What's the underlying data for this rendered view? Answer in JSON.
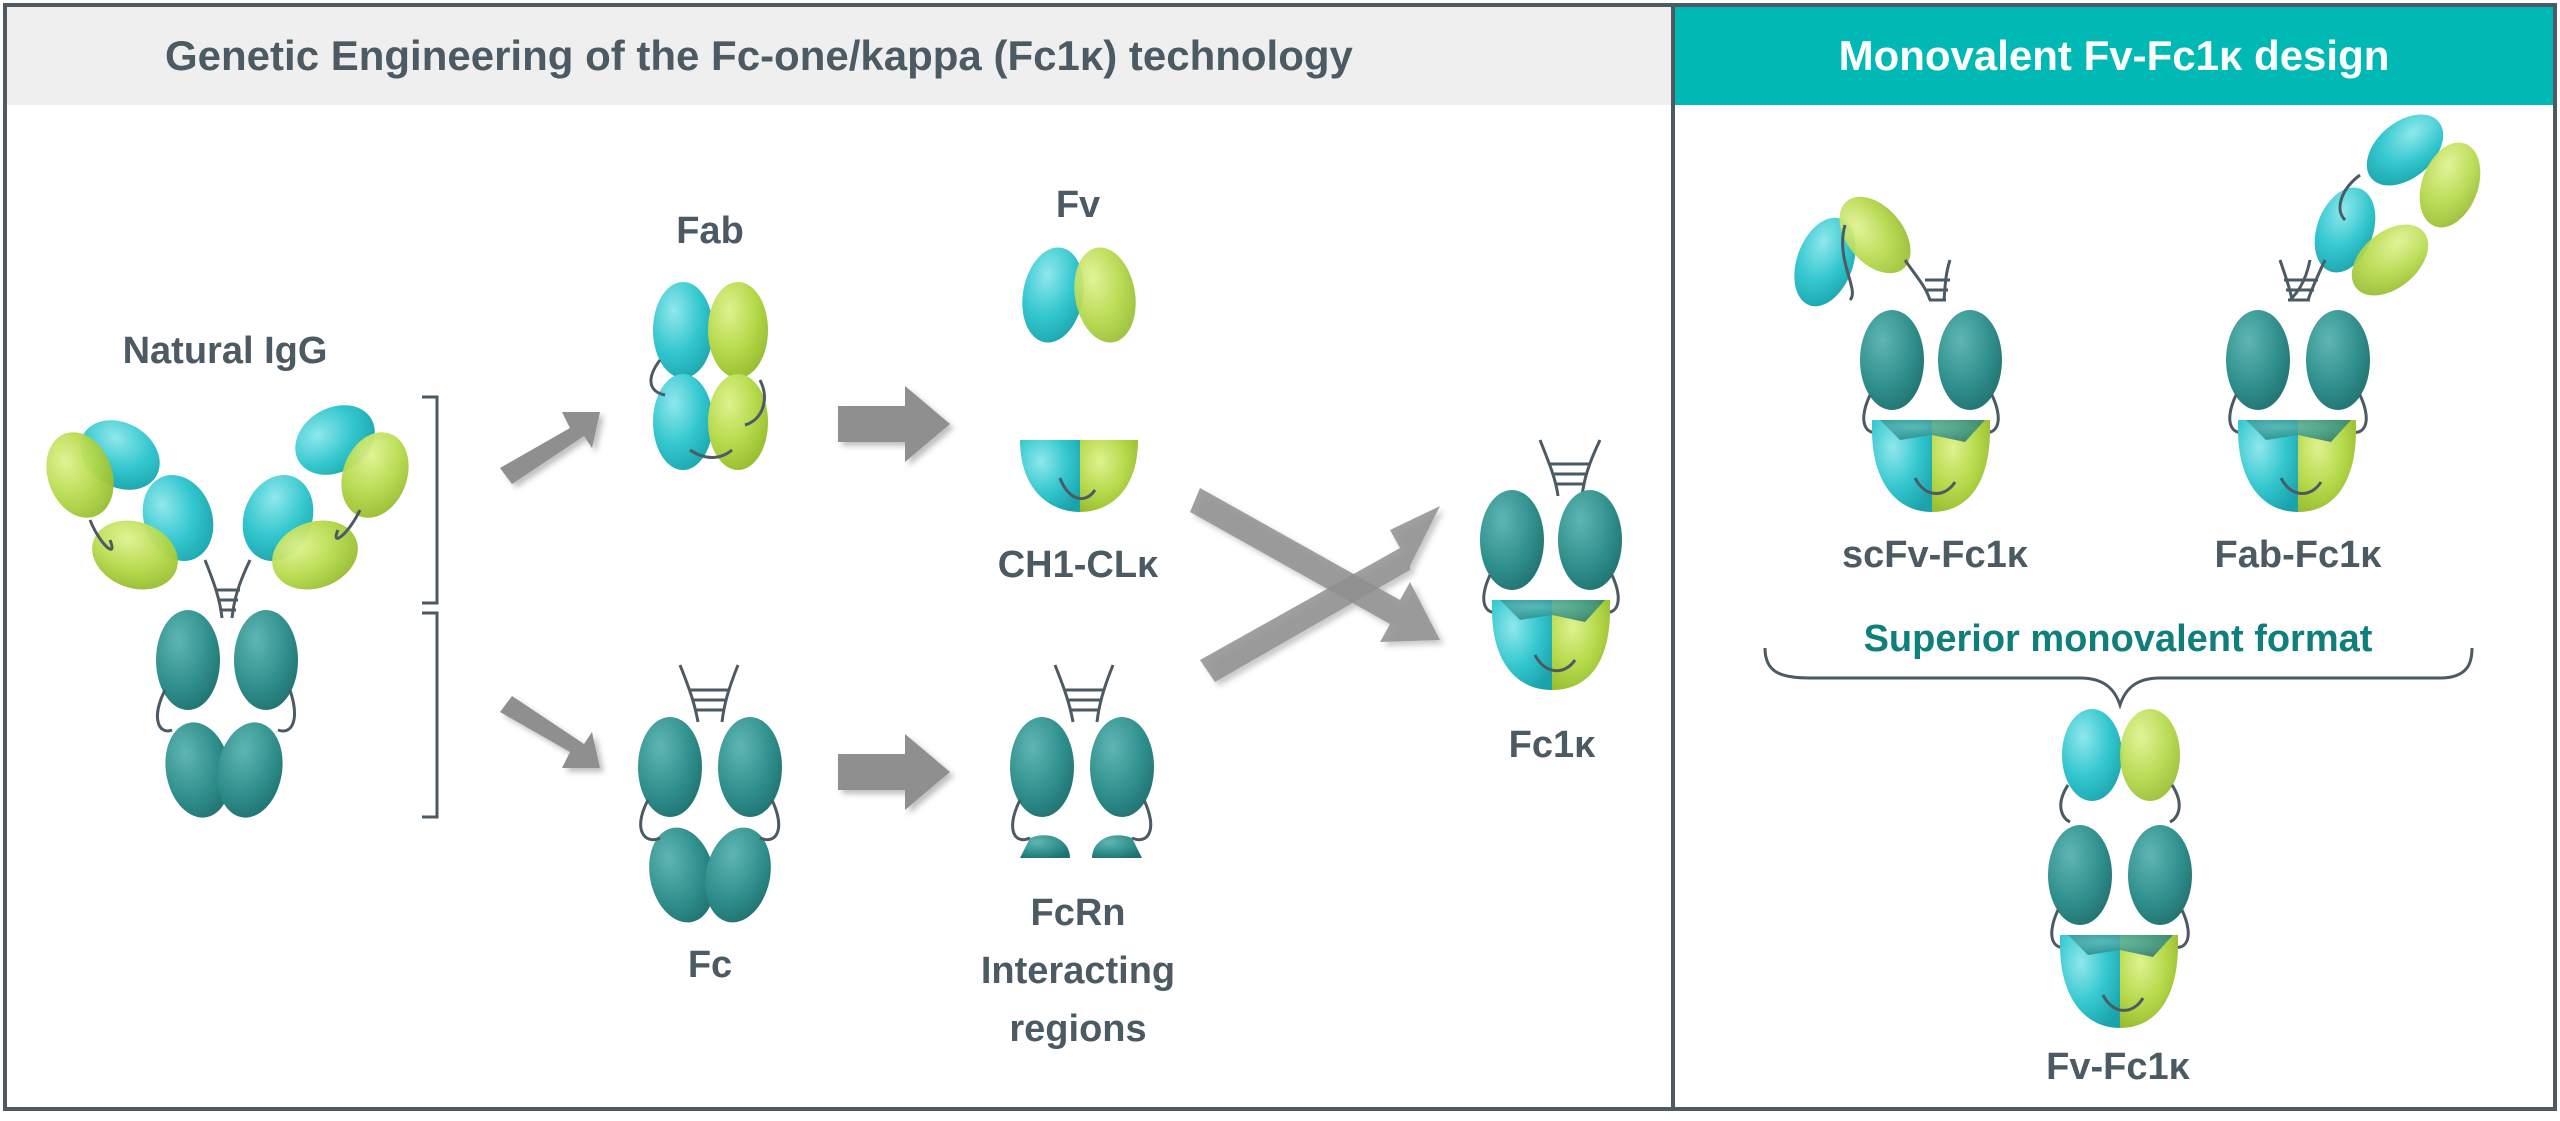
{
  "left_panel": {
    "title": "Genetic Engineering of the Fc-one/kappa (Fc1κ) technology",
    "labels": {
      "natural_igg": "Natural IgG",
      "fab": "Fab",
      "fv": "Fv",
      "ch1_cl": "CH1-CLκ",
      "fc": "Fc",
      "fcrn_line1": "FcRn",
      "fcrn_line2": "Interacting",
      "fcrn_line3": "regions",
      "fc1k": "Fc1κ"
    }
  },
  "right_panel": {
    "title": "Monovalent Fv-Fc1κ design",
    "labels": {
      "scfv": "scFv-Fc1κ",
      "fab_fc1k": "Fab-Fc1κ",
      "superior": "Superior monovalent format",
      "fv_fc1k": "Fv-Fc1κ"
    }
  },
  "colors": {
    "frame": "#4b5a63",
    "header_left_bg": "#efefef",
    "header_right_bg": "#00b8b4",
    "teal_dark": "#2f8f8c",
    "cyan": "#34c7cf",
    "lime": "#b5d94a",
    "arrow": "#8a8a8a",
    "accent_text": "#0f7f7c"
  }
}
